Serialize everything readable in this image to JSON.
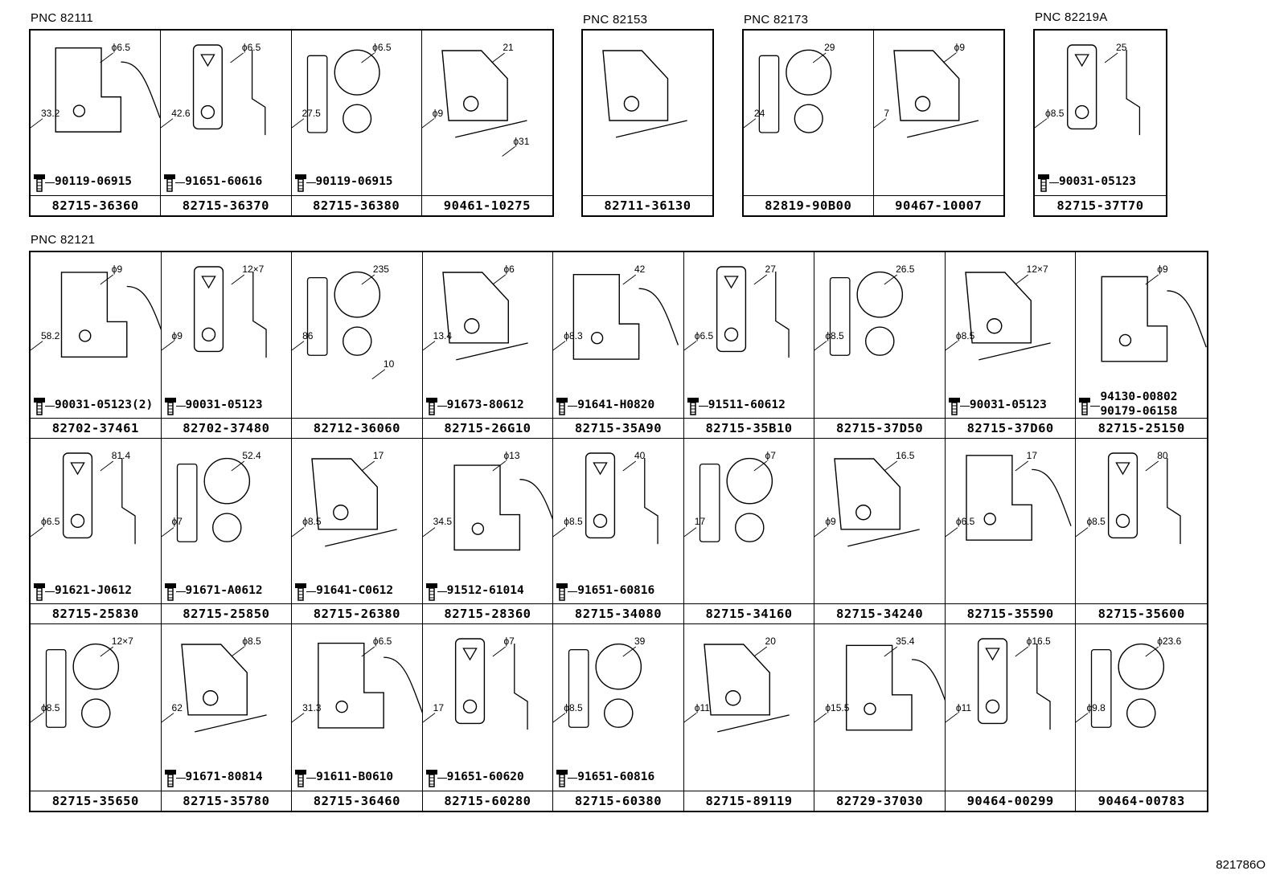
{
  "figure_id": "821786O",
  "groups": [
    {
      "pnc": "PNC 82111",
      "cells": [
        {
          "part": "82715-36360",
          "bolt": "90119-06915",
          "dims": [
            "ϕ6.5",
            "33.2"
          ]
        },
        {
          "part": "82715-36370",
          "bolt": "91651-60616",
          "dims": [
            "ϕ6.5",
            "42.6"
          ]
        },
        {
          "part": "82715-36380",
          "bolt": "90119-06915",
          "dims": [
            "ϕ6.5",
            "27.5"
          ]
        },
        {
          "part": "90461-10275",
          "bolt": "",
          "dims": [
            "21",
            "ϕ9",
            "ϕ31"
          ]
        }
      ]
    },
    {
      "pnc": "PNC 82153",
      "cells": [
        {
          "part": "82711-36130",
          "bolt": "",
          "dims": []
        }
      ]
    },
    {
      "pnc": "PNC 82173",
      "cells": [
        {
          "part": "82819-90B00",
          "bolt": "",
          "dims": [
            "29",
            "24"
          ]
        },
        {
          "part": "90467-10007",
          "bolt": "",
          "dims": [
            "ϕ9",
            "7"
          ]
        }
      ]
    },
    {
      "pnc": "PNC 82219A",
      "cells": [
        {
          "part": "82715-37T70",
          "bolt": "90031-05123",
          "dims": [
            "25",
            "ϕ8.5"
          ]
        }
      ]
    },
    {
      "pnc": "PNC 82121",
      "cells": [
        {
          "part": "82702-37461",
          "bolt": "90031-05123(2)",
          "dims": [
            "ϕ9",
            "58.2"
          ]
        },
        {
          "part": "82702-37480",
          "bolt": "90031-05123",
          "dims": [
            "12×7",
            "ϕ9"
          ]
        },
        {
          "part": "82712-36060",
          "bolt": "",
          "dims": [
            "235",
            "86",
            "10"
          ]
        },
        {
          "part": "82715-26G10",
          "bolt": "91673-80612",
          "dims": [
            "ϕ6",
            "13.4"
          ]
        },
        {
          "part": "82715-35A90",
          "bolt": "91641-H0820",
          "dims": [
            "42",
            "ϕ8.3"
          ]
        },
        {
          "part": "82715-35B10",
          "bolt": "91511-60612",
          "dims": [
            "27",
            "ϕ6.5"
          ]
        },
        {
          "part": "82715-37D50",
          "bolt": "",
          "dims": [
            "26.5",
            "ϕ8.5"
          ]
        },
        {
          "part": "82715-37D60",
          "bolt": "90031-05123",
          "dims": [
            "12×7",
            "ϕ8.5"
          ]
        },
        {
          "part": "82715-25150",
          "bolt": "94130-00802",
          "bolt2": "90179-06158",
          "dims": [
            "ϕ9"
          ]
        },
        {
          "part": "82715-25830",
          "bolt": "91621-J0612",
          "dims": [
            "81.4",
            "ϕ6.5"
          ]
        },
        {
          "part": "82715-25850",
          "bolt": "91671-A0612",
          "dims": [
            "52.4",
            "ϕ7"
          ]
        },
        {
          "part": "82715-26380",
          "bolt": "91641-C0612",
          "dims": [
            "17",
            "ϕ8.5"
          ]
        },
        {
          "part": "82715-28360",
          "bolt": "91512-61014",
          "dims": [
            "ϕ13",
            "34.5"
          ]
        },
        {
          "part": "82715-34080",
          "bolt": "91651-60816",
          "dims": [
            "40",
            "ϕ8.5"
          ]
        },
        {
          "part": "82715-34160",
          "bolt": "",
          "dims": [
            "ϕ7",
            "17"
          ]
        },
        {
          "part": "82715-34240",
          "bolt": "",
          "dims": [
            "16.5",
            "ϕ9"
          ]
        },
        {
          "part": "82715-35590",
          "bolt": "",
          "dims": [
            "17",
            "ϕ6.5"
          ]
        },
        {
          "part": "82715-35600",
          "bolt": "",
          "dims": [
            "80",
            "ϕ8.5"
          ]
        },
        {
          "part": "82715-35650",
          "bolt": "",
          "dims": [
            "12×7",
            "ϕ8.5"
          ]
        },
        {
          "part": "82715-35780",
          "bolt": "91671-80814",
          "dims": [
            "ϕ8.5",
            "62"
          ]
        },
        {
          "part": "82715-36460",
          "bolt": "91611-B0610",
          "dims": [
            "ϕ6.5",
            "31.3"
          ]
        },
        {
          "part": "82715-60280",
          "bolt": "91651-60620",
          "dims": [
            "ϕ7",
            "17"
          ]
        },
        {
          "part": "82715-60380",
          "bolt": "91651-60816",
          "dims": [
            "39",
            "ϕ8.5"
          ]
        },
        {
          "part": "82715-89119",
          "bolt": "",
          "dims": [
            "20",
            "ϕ11"
          ]
        },
        {
          "part": "82729-37030",
          "bolt": "",
          "dims": [
            "35.4",
            "ϕ15.5"
          ]
        },
        {
          "part": "90464-00299",
          "bolt": "",
          "dims": [
            "ϕ16.5",
            "ϕ11"
          ]
        },
        {
          "part": "90464-00783",
          "bolt": "",
          "dims": [
            "ϕ23.6",
            "ϕ9.8"
          ]
        }
      ]
    }
  ]
}
